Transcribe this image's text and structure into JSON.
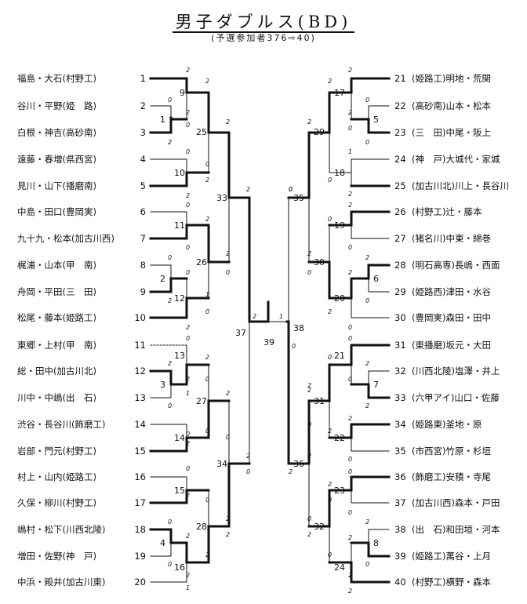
{
  "title": "男子ダブルス(BD)",
  "subtitle": "(予選参加者376⇨40)",
  "left_entries": [
    {
      "seed": "1",
      "name": "福島・大石(村野工)"
    },
    {
      "seed": "2",
      "name": "谷川・平野(姫　路)"
    },
    {
      "seed": "3",
      "name": "白根・神吉(高砂南)"
    },
    {
      "seed": "4",
      "name": "遠藤・春増(県西宮)"
    },
    {
      "seed": "5",
      "name": "見川・山下(播磨南)"
    },
    {
      "seed": "6",
      "name": "中島・田口(豊岡実)"
    },
    {
      "seed": "7",
      "name": "九十九・松本(加古川西)"
    },
    {
      "seed": "8",
      "name": "梶浦・山本(甲　南)"
    },
    {
      "seed": "9",
      "name": "舟岡・平田(三　田)"
    },
    {
      "seed": "10",
      "name": "松尾・藤本(姫路工)"
    },
    {
      "seed": "11",
      "name": "東郷・上村(甲　南)"
    },
    {
      "seed": "12",
      "name": "総・田中(加古川北)"
    },
    {
      "seed": "13",
      "name": "川中・中嶋(出　石)"
    },
    {
      "seed": "14",
      "name": "渋谷・長谷川(飾磨工)"
    },
    {
      "seed": "15",
      "name": "岩部・門元(村野工)"
    },
    {
      "seed": "16",
      "name": "村上・山内(姫路工)"
    },
    {
      "seed": "17",
      "name": "久保・柳川(村野工)"
    },
    {
      "seed": "18",
      "name": "嶋村・松下(川西北陵)"
    },
    {
      "seed": "19",
      "name": "増田・佐野(神　戸)"
    },
    {
      "seed": "20",
      "name": "中浜・殿井(加古川東)"
    }
  ],
  "right_entries": [
    {
      "seed": "21",
      "name": "(姫路工)明地・荒関"
    },
    {
      "seed": "22",
      "name": "(高砂南)山本・松本"
    },
    {
      "seed": "23",
      "name": "(三　田)中尾・阪上"
    },
    {
      "seed": "24",
      "name": "(神　戸)大城代・家城"
    },
    {
      "seed": "25",
      "name": "(加古川北)川上・長谷川"
    },
    {
      "seed": "26",
      "name": "(村野工)辻・藤本"
    },
    {
      "seed": "27",
      "name": "(猪名川)中東・綿巻"
    },
    {
      "seed": "28",
      "name": "(明石高専)長嶋・西面"
    },
    {
      "seed": "29",
      "name": "(姫路西)津田・水谷"
    },
    {
      "seed": "30",
      "name": "(豊岡実)森田・田中"
    },
    {
      "seed": "31",
      "name": "(東播磨)坂元・大田"
    },
    {
      "seed": "32",
      "name": "(川西北陵)塩澤・井上"
    },
    {
      "seed": "33",
      "name": "(六甲アイ)山口・佐藤"
    },
    {
      "seed": "34",
      "name": "(姫路東)釜地・原"
    },
    {
      "seed": "35",
      "name": "(市西宮)竹原・杉垣"
    },
    {
      "seed": "36",
      "name": "(飾磨工)安積・寺尾"
    },
    {
      "seed": "37",
      "name": "(加古川西)森本・戸田"
    },
    {
      "seed": "38",
      "name": "(出　石)和田垣・河本"
    },
    {
      "seed": "39",
      "name": "(姫路工)萬谷・上月"
    },
    {
      "seed": "40",
      "name": "(村野工)横野・森本"
    }
  ],
  "match_numbers": {
    "m1": "1",
    "m2": "2",
    "m3": "3",
    "m4": "4",
    "m5": "5",
    "m6": "6",
    "m7": "7",
    "m8": "8",
    "m9": "9",
    "m10": "10",
    "m11": "11",
    "m12": "12",
    "m13": "13",
    "m14": "14",
    "m15": "15",
    "m16": "16",
    "m17": "17",
    "m18": "18",
    "m19": "19",
    "m20": "20",
    "m21": "21",
    "m22": "22",
    "m23": "23",
    "m24": "24",
    "m25": "25",
    "m26": "26",
    "m27": "27",
    "m28": "28",
    "m29": "29",
    "m30": "30",
    "m31": "31",
    "m32": "32",
    "m33": "33",
    "m34": "34",
    "m35": "35",
    "m36": "36",
    "m37": "37",
    "m38": "38",
    "m39": "39"
  },
  "scores": {
    "s1": "2",
    "s2": "0",
    "s3": "2",
    "s4": "0",
    "s5": "2",
    "s6": "2",
    "s7": "2",
    "s8": "0",
    "s9": "2",
    "s10": "0",
    "s11": "2",
    "s12": "0",
    "s13": "2",
    "s14": "0",
    "s15": "2",
    "s16": "0",
    "s17": "0",
    "s18": "2",
    "s19": "0",
    "s20": "2",
    "s21": "2",
    "s22": "0",
    "s23": "0",
    "s24": "2",
    "s25": "1",
    "s26": "2",
    "s27": "1",
    "s28": "0",
    "s29": "2",
    "s30": "0",
    "s31": "2",
    "s32": "0",
    "s33": "2",
    "s34": "0",
    "s35": "2",
    "s36": "0",
    "s37": "2",
    "s38": "0",
    "s39": "0",
    "s40": "2",
    "s41": "0",
    "s42": "2",
    "s43": "2",
    "s44": "0",
    "s45": "0",
    "s46": "2",
    "s47": "2",
    "s48": "1",
    "s49": "2",
    "s50": "1",
    "r1": "2",
    "r2": "0",
    "r3": "2",
    "r4": "0",
    "r5": "0",
    "r6": "2",
    "r7": "1",
    "r8": "0",
    "r9": "2",
    "r10": "2",
    "r11": "0",
    "r12": "0",
    "r13": "2",
    "r14": "2",
    "r15": "0",
    "r16": "0",
    "r17": "2",
    "r18": "2",
    "r19": "0",
    "r20": "2",
    "r21": "0",
    "r22": "0",
    "r23": "2",
    "r24": "2",
    "r25": "0",
    "r26": "0",
    "r27": "2",
    "r28": "0",
    "r29": "2",
    "r30": "2",
    "r31": "0",
    "r32": "2",
    "r33": "0",
    "r34": "0",
    "r35": "2",
    "r36": "2",
    "r37": "0",
    "r38": "2",
    "r39": "0",
    "r40": "2",
    "r41": "0",
    "r42": "2",
    "r43": "0",
    "r44": "2",
    "r45": "2",
    "r46": "0",
    "r47": "2",
    "r48": "0"
  }
}
